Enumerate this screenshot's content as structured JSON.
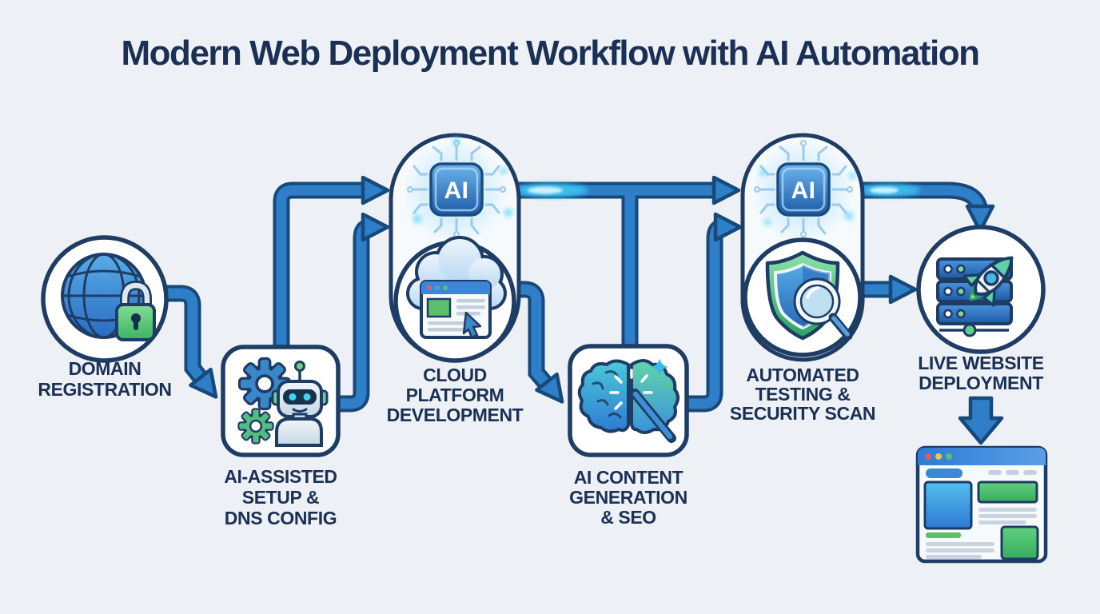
{
  "title": "Modern Web Deployment Workflow with AI Automation",
  "ai_chip_label": "AI",
  "nodes": [
    {
      "id": "domain-registration",
      "shape": "circle",
      "icon": "globe-lock-icon",
      "label_lines": [
        "DOMAIN",
        "REGISTRATION"
      ]
    },
    {
      "id": "ai-assisted-setup",
      "shape": "rounded-square",
      "icon": "robot-gears-icon",
      "label_lines": [
        "AI-ASSISTED",
        "SETUP &",
        "DNS CONFIG"
      ]
    },
    {
      "id": "cloud-platform-development",
      "shape": "circle-in-ai-capsule",
      "icon": "cloud-browser-icon",
      "badge": "AI",
      "label_lines": [
        "CLOUD",
        "PLATFORM",
        "DEVELOPMENT"
      ]
    },
    {
      "id": "ai-content-generation",
      "shape": "rounded-square",
      "icon": "brain-magic-wand-icon",
      "label_lines": [
        "AI CONTENT",
        "GENERATION",
        "& SEO"
      ]
    },
    {
      "id": "automated-testing",
      "shape": "circle-in-ai-capsule",
      "icon": "shield-magnifier-icon",
      "badge": "AI",
      "label_lines": [
        "AUTOMATED",
        "TESTING &",
        "SECURITY SCAN"
      ]
    },
    {
      "id": "live-website-deployment",
      "shape": "circle",
      "icon": "server-rocket-icon",
      "label_lines": [
        "LIVE WEBSITE",
        "DEPLOYMENT"
      ]
    },
    {
      "id": "website-preview",
      "shape": "browser-window",
      "icon": "browser-window-icon",
      "label_lines": []
    }
  ],
  "edges": [
    {
      "from": "domain-registration",
      "to": "ai-assisted-setup"
    },
    {
      "from": "ai-assisted-setup",
      "to": "cloud-platform-development"
    },
    {
      "from": "ai-assisted-setup",
      "to": "cloud-platform-development"
    },
    {
      "from": "cloud-platform-development",
      "to": "automated-testing"
    },
    {
      "from": "cloud-platform-development",
      "to": "ai-content-generation"
    },
    {
      "from": "ai-content-generation",
      "to": "automated-testing"
    },
    {
      "from": "automated-testing",
      "to": "live-website-deployment"
    },
    {
      "from": "automated-testing",
      "to": "live-website-deployment"
    },
    {
      "from": "live-website-deployment",
      "to": "website-preview"
    }
  ],
  "colors": {
    "background": "#edf1f5",
    "title_text": "#1b3054",
    "node_border": "#1e3c64",
    "arrow_fill": "#2f7ec8",
    "arrow_outline": "#17497a",
    "glow_cyan": "#45d0fa",
    "accent_green": "#4fc077",
    "chip_blue": "#2a6cbe"
  }
}
